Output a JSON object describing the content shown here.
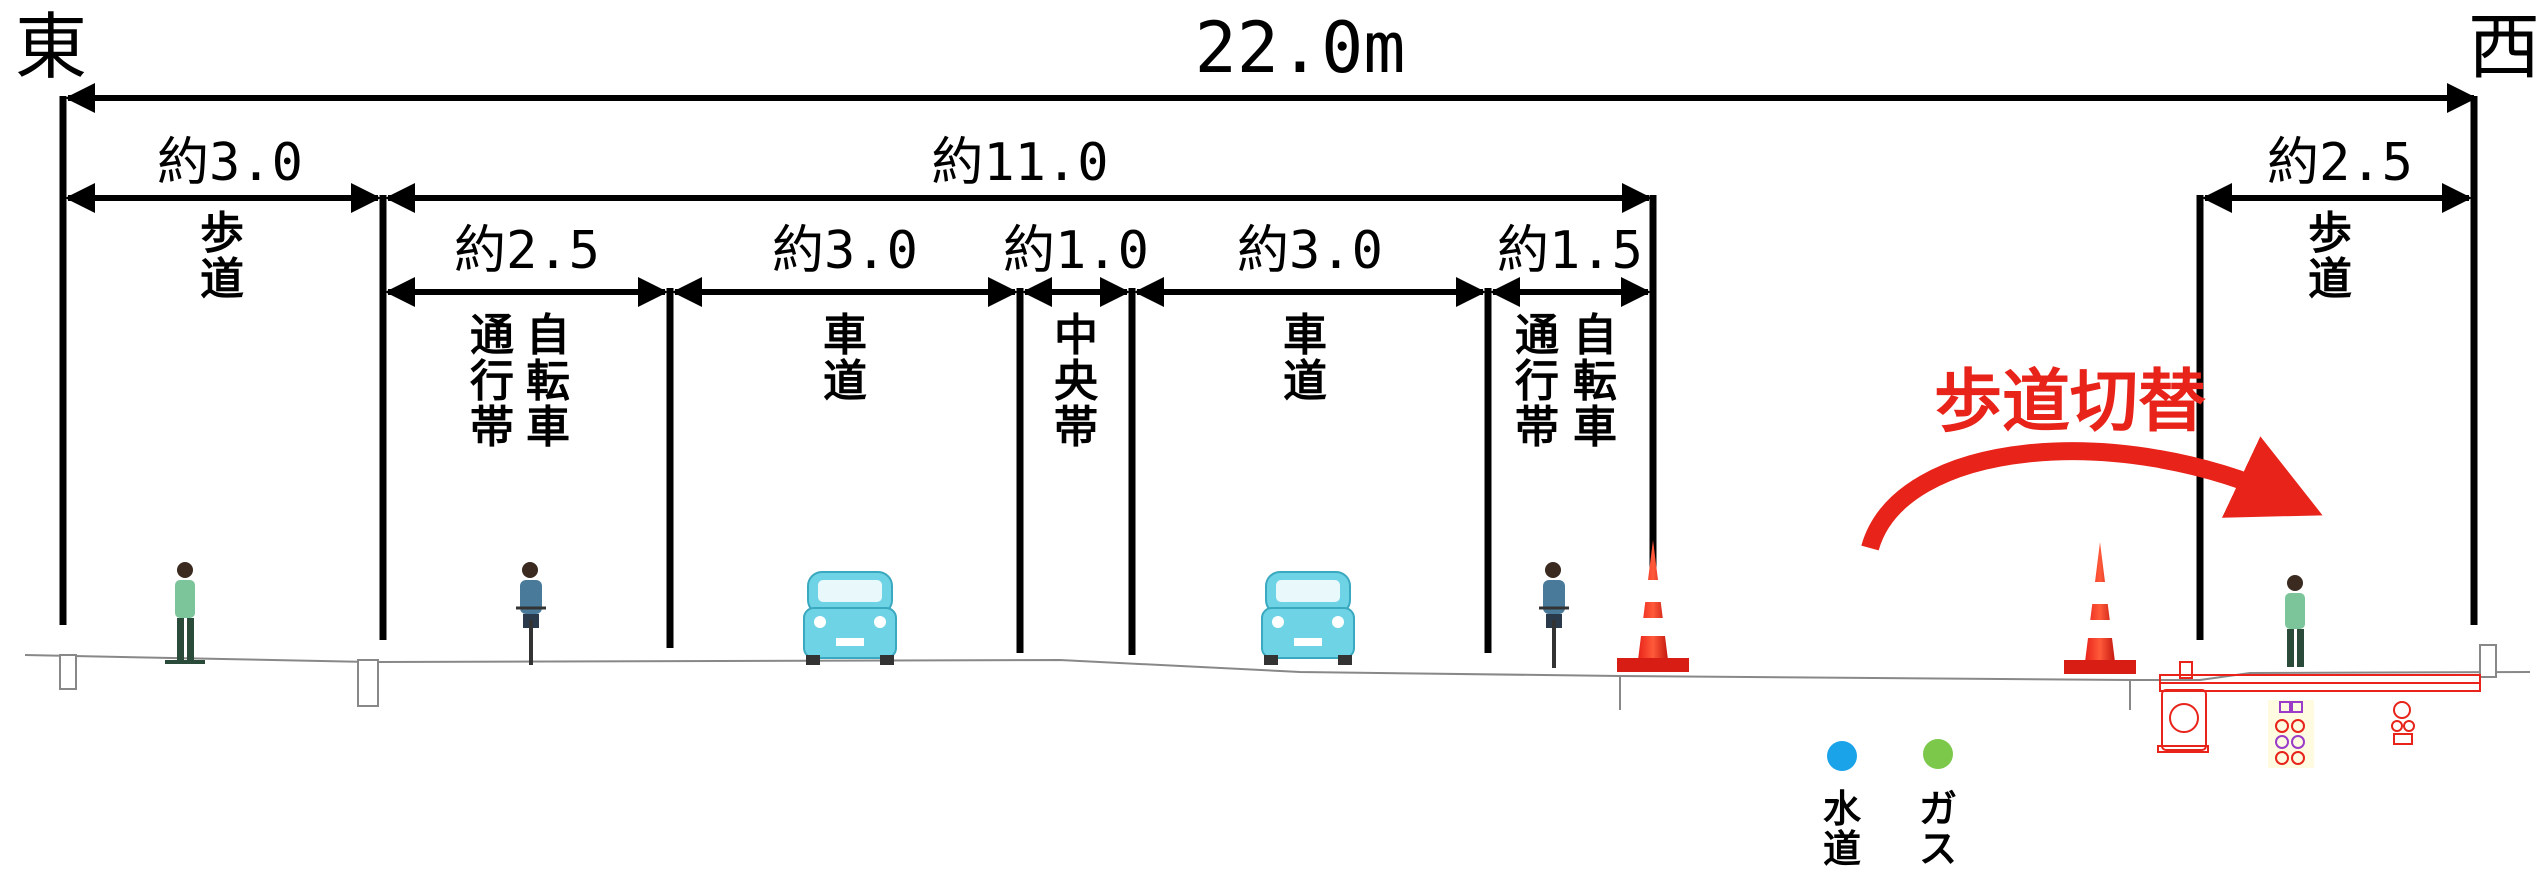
{
  "directions": {
    "east": "東",
    "west": "西"
  },
  "total_width": "22.0m",
  "dimensions": {
    "left_sidewalk": "約3.0",
    "roadway_total": "約11.0",
    "right_sidewalk": "約2.5",
    "bike_lane_left": "約2.5",
    "lane_left": "約3.0",
    "median": "約1.0",
    "lane_right": "約3.0",
    "bike_lane_right": "約1.5"
  },
  "zones": {
    "left_sidewalk": [
      "歩",
      "道"
    ],
    "right_sidewalk": [
      "歩",
      "道"
    ],
    "bike_lane_left_col1": [
      "通",
      "行",
      "帯"
    ],
    "bike_lane_left_col2": [
      "自",
      "転",
      "車"
    ],
    "lane_left": [
      "車",
      "道"
    ],
    "median": [
      "中",
      "央",
      "帯"
    ],
    "lane_right": [
      "車",
      "道"
    ],
    "bike_lane_right_col1": [
      "通",
      "行",
      "帯"
    ],
    "bike_lane_right_col2": [
      "自",
      "転",
      "車"
    ]
  },
  "switch_label": "歩道切替",
  "utilities": [
    {
      "name": [
        "水",
        "道"
      ],
      "color": "#1aa3e8",
      "icon": "water-pipe-dot"
    },
    {
      "name": [
        "ガ",
        "ス"
      ],
      "color": "#7cc84a",
      "icon": "gas-pipe-dot"
    }
  ],
  "colors": {
    "accent_red": "#e8231a",
    "line": "#000000",
    "car": "#6fd3e6"
  }
}
